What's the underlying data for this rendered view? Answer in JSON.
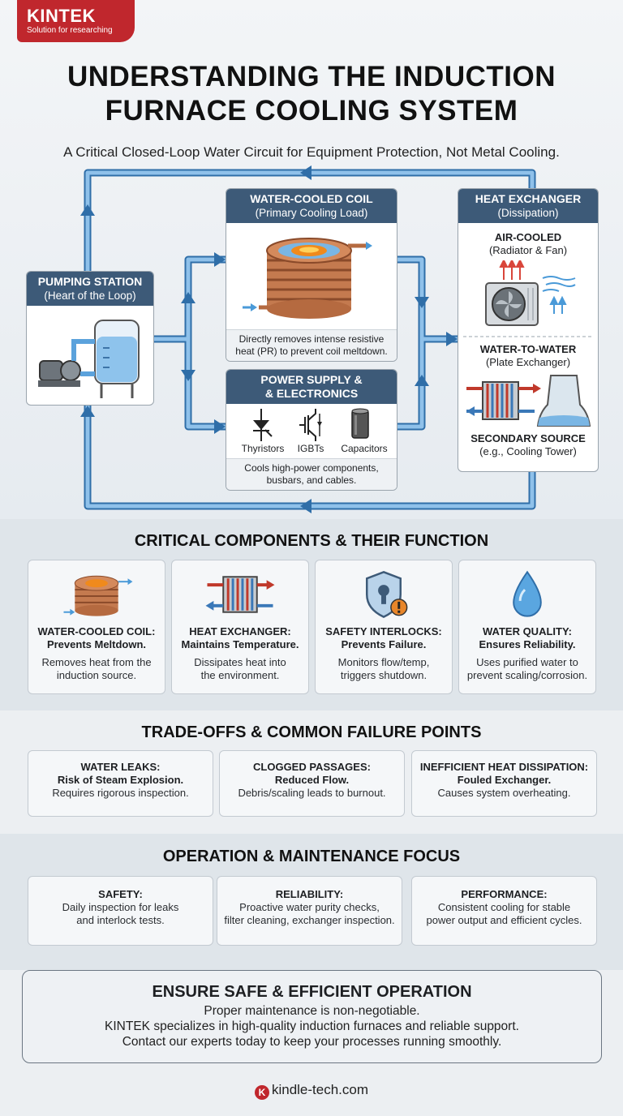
{
  "brand": {
    "name": "KINTEK",
    "tagline": "Solution for researching"
  },
  "title_line1": "UNDERSTANDING THE INDUCTION",
  "title_line2": "FURNACE COOLING SYSTEM",
  "subtitle": "A Critical Closed-Loop Water Circuit for Equipment Protection, Not Metal Cooling.",
  "diagram": {
    "pump": {
      "title": "PUMPING STATION",
      "subtitle": "(Heart of the Loop)"
    },
    "coil": {
      "title": "WATER-COOLED COIL",
      "subtitle": "(Primary Cooling Load)",
      "caption_line1": "Directly removes intense resistive",
      "caption_line2": "heat (PR) to prevent coil meltdown."
    },
    "power": {
      "title_line1": "POWER SUPPLY &",
      "title_line2": "& ELECTRONICS",
      "components": [
        "Thyristors",
        "IGBTs",
        "Capacitors"
      ],
      "caption_line1": "Cools high-power components,",
      "caption_line2": "busbars, and cables."
    },
    "hx": {
      "title": "HEAT EXCHANGER",
      "subtitle": "(Dissipation)",
      "air_title": "AIR-COOLED",
      "air_sub": "(Radiator & Fan)",
      "w2w_title": "WATER-TO-WATER",
      "w2w_sub": "(Plate Exchanger)",
      "sec_title": "SECONDARY SOURCE",
      "sec_sub": "(e.g., Cooling Tower)"
    }
  },
  "components_section": {
    "title": "CRITICAL COMPONENTS & THEIR FUNCTION",
    "cards": [
      {
        "icon": "coil-icon",
        "h1": "WATER-COOLED COIL:",
        "h2": "Prevents Meltdown.",
        "p1": "Removes heat from the",
        "p2": "induction source."
      },
      {
        "icon": "heat-exchanger-icon",
        "h1": "HEAT EXCHANGER:",
        "h2": "Maintains Temperature.",
        "p1": "Dissipates heat into",
        "p2": "the environment."
      },
      {
        "icon": "shield-lock-icon",
        "h1": "SAFETY INTERLOCKS:",
        "h2": "Prevents Failure.",
        "p1": "Monitors flow/temp,",
        "p2": "triggers shutdown."
      },
      {
        "icon": "water-drop-icon",
        "h1": "WATER QUALITY:",
        "h2": "Ensures Reliability.",
        "p1": "Uses purified water to",
        "p2": "prevent scaling/corrosion."
      }
    ]
  },
  "tradeoffs_section": {
    "title": "TRADE-OFFS & COMMON FAILURE POINTS",
    "cards": [
      {
        "h1": "WATER LEAKS:",
        "h2": "Risk of Steam Explosion.",
        "p": "Requires rigorous inspection."
      },
      {
        "h1": "CLOGGED PASSAGES:",
        "h2": "Reduced Flow.",
        "p": "Debris/scaling leads to burnout."
      },
      {
        "h1": "INEFFICIENT HEAT DISSIPATION:",
        "h2": "Fouled Exchanger.",
        "p": "Causes system overheating."
      }
    ]
  },
  "ops_section": {
    "title": "OPERATION & MAINTENANCE FOCUS",
    "cards": [
      {
        "h": "SAFETY:",
        "p1": "Daily inspection for leaks",
        "p2": "and interlock tests."
      },
      {
        "h": "RELIABILITY:",
        "p1": "Proactive water purity checks,",
        "p2": "filter cleaning, exchanger inspection."
      },
      {
        "h": "PERFORMANCE:",
        "p1": "Consistent cooling for stable",
        "p2": "power output and efficient cycles."
      }
    ]
  },
  "cta": {
    "title": "ENSURE SAFE & EFFICIENT OPERATION",
    "line1": "Proper maintenance is non-negotiable.",
    "line2": "KINTEK specializes in high-quality induction furnaces and reliable support.",
    "line3": "Contact our experts today to keep your processes running smoothly."
  },
  "footer": {
    "logo_letter": "K",
    "url": "kindle-tech.com"
  },
  "colors": {
    "brand_red": "#c0272d",
    "header_blue": "#3d5a78",
    "pipe_blue": "#3f86c8"
  }
}
